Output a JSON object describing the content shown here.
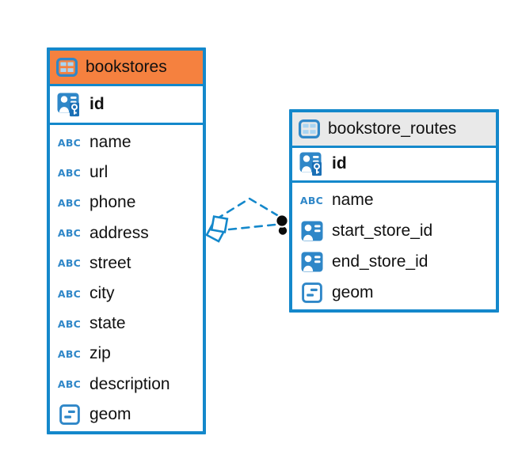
{
  "diagram": {
    "colors": {
      "accent_blue": "#1488CB",
      "icon_blue": "#2F87C8",
      "icon_light_blue": "#A9D5F3",
      "icon_dark_blue": "#1A6FB5",
      "bookstores_header_bg": "#F5813F",
      "bookstore_routes_header_bg": "#E9E9E9",
      "text_color": "#111111",
      "relationship_dot_color": "#0B0B0B"
    },
    "icons": {
      "table_icon": "table-icon",
      "primary_key_icon": "primary-key-icon",
      "text_type_icon": "text-type-icon",
      "text_type_glyph": "ABC",
      "reference_icon": "reference-icon",
      "geometry_icon": "geometry-icon"
    },
    "tables": [
      {
        "name": "bookstores",
        "header_bg": "#F5813F",
        "columns": [
          {
            "name": "id",
            "type": "primary-key",
            "icon": "primary-key-icon",
            "key": "primary"
          },
          {
            "name": "name",
            "type": "text",
            "icon": "text-type-icon"
          },
          {
            "name": "url",
            "type": "text",
            "icon": "text-type-icon"
          },
          {
            "name": "phone",
            "type": "text",
            "icon": "text-type-icon"
          },
          {
            "name": "address",
            "type": "text",
            "icon": "text-type-icon"
          },
          {
            "name": "street",
            "type": "text",
            "icon": "text-type-icon"
          },
          {
            "name": "city",
            "type": "text",
            "icon": "text-type-icon"
          },
          {
            "name": "state",
            "type": "text",
            "icon": "text-type-icon"
          },
          {
            "name": "zip",
            "type": "text",
            "icon": "text-type-icon"
          },
          {
            "name": "description",
            "type": "text",
            "icon": "text-type-icon"
          },
          {
            "name": "geom",
            "type": "geometry",
            "icon": "geometry-icon"
          }
        ]
      },
      {
        "name": "bookstore_routes",
        "header_bg": "#E9E9E9",
        "columns": [
          {
            "name": "id",
            "type": "primary-key",
            "icon": "primary-key-icon",
            "key": "primary"
          },
          {
            "name": "name",
            "type": "text",
            "icon": "text-type-icon"
          },
          {
            "name": "start_store_id",
            "type": "reference",
            "icon": "reference-icon"
          },
          {
            "name": "end_store_id",
            "type": "reference",
            "icon": "reference-icon"
          },
          {
            "name": "geom",
            "type": "geometry",
            "icon": "geometry-icon"
          }
        ]
      }
    ],
    "relationships": [
      {
        "from_table": "bookstore_routes",
        "to_table": "bookstores",
        "line_style": "dashed",
        "source_marker": "black-dot",
        "target_marker": "white-square"
      },
      {
        "from_table": "bookstore_routes",
        "to_table": "bookstores",
        "line_style": "dashed",
        "source_marker": "black-dot",
        "target_marker": "white-square"
      }
    ]
  }
}
